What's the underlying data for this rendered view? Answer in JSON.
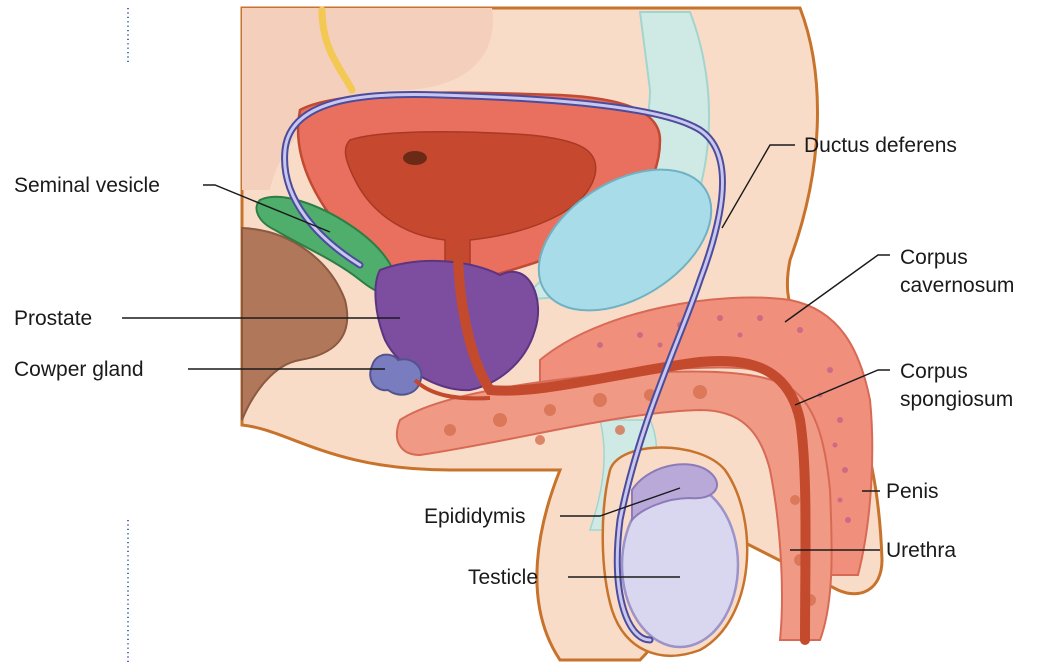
{
  "labels": {
    "seminal_vesicle": "Seminal vesicle",
    "prostate": "Prostate",
    "cowper_gland": "Cowper gland",
    "ductus_deferens": "Ductus deferens",
    "corpus_cavernosum_line1": "Corpus",
    "corpus_cavernosum_line2": "cavernosum",
    "corpus_spongiosum_line1": "Corpus",
    "corpus_spongiosum_line2": "spongiosum",
    "penis": "Penis",
    "urethra": "Urethra",
    "epididymis": "Epididymis",
    "testicle": "Testicle"
  },
  "colors": {
    "skin": "#f8dcc8",
    "skin_outline": "#c8732b",
    "bladder": "#e9705f",
    "bladder_inner": "#c5482f",
    "urethra": "#c44a2e",
    "prostate": "#7d4ea0",
    "seminal_vesicle": "#4fae6b",
    "cowper_gland": "#7a7cc0",
    "ductus_deferens": "#6f6fb8",
    "erectile_tissue": "#ef8f7c",
    "symphysis": "#b1775a",
    "ureter": "#f3c853",
    "rectum_fascia": "#a3d5cf",
    "testicle": "#d9d6ef",
    "epididymis": "#b9a9d8"
  }
}
